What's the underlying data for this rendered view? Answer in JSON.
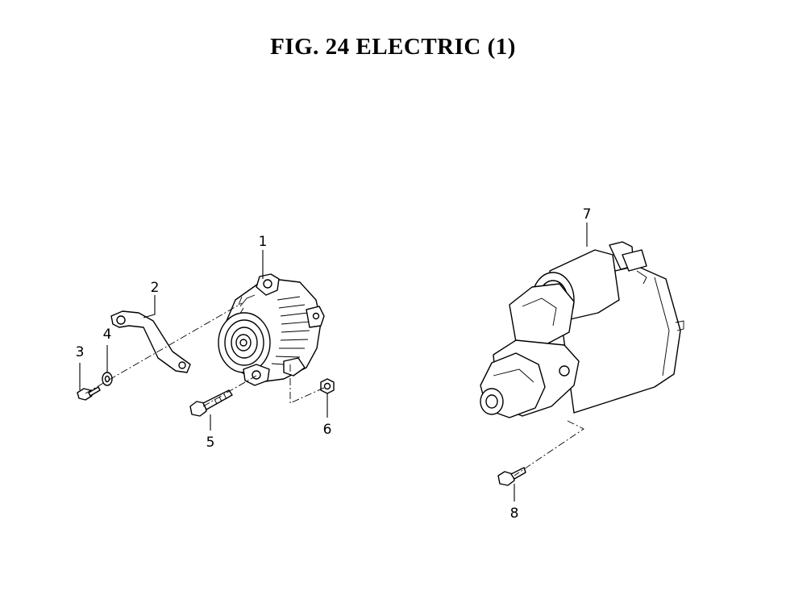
{
  "title": "FIG. 24  ELECTRIC (1)",
  "callouts": {
    "c1": "1",
    "c2": "2",
    "c3": "3",
    "c4": "4",
    "c5": "5",
    "c6": "6",
    "c7": "7",
    "c8": "8"
  },
  "colors": {
    "ink": "#000000",
    "paper": "#ffffff"
  }
}
